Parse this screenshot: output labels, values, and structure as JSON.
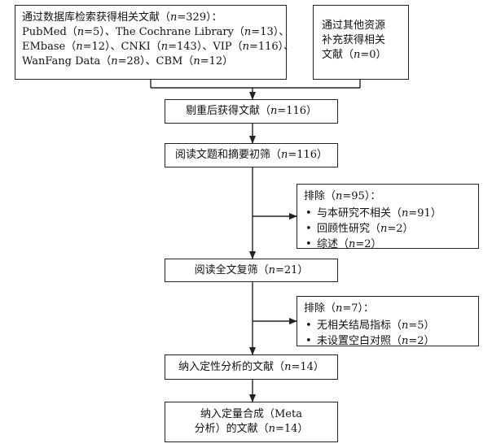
{
  "db_box": {
    "lines": [
      "通过数据库检索获得相关文献（n=329）：",
      "PubMed（n=5）、The Cochrane Library（n=13）、",
      "EMbase（n=12）、CNKI（n=143）、VIP（n=116）、",
      "WanFang Data（n=28）、CBM（n=12）"
    ]
  },
  "other_box": {
    "lines": [
      "通过其他资源",
      "补充获得相关",
      "文献（n=0）"
    ]
  },
  "dedup": {
    "label": "剔重后获得文献（n=116）"
  },
  "screen1": {
    "label": "阅读文题和摘要初筛（n=116）"
  },
  "exclude1": {
    "title": "排除（n=95）：",
    "items": [
      "与本研究不相关（n=91）",
      "回顾性研究（n=2）",
      "综述（n=2）"
    ]
  },
  "screen2": {
    "label": "阅读全文复筛（n=21）"
  },
  "exclude2": {
    "title": "排除（n=7）：",
    "items": [
      "无相关结局指标（n=5）",
      "未设置空白对照（n=2）"
    ]
  },
  "qualitative": {
    "label": "纳入定性分析的文献（n=14）"
  },
  "quantitative": {
    "lines": [
      "纳入定量合成（Meta",
      "分析）的文献（n=14）"
    ]
  }
}
